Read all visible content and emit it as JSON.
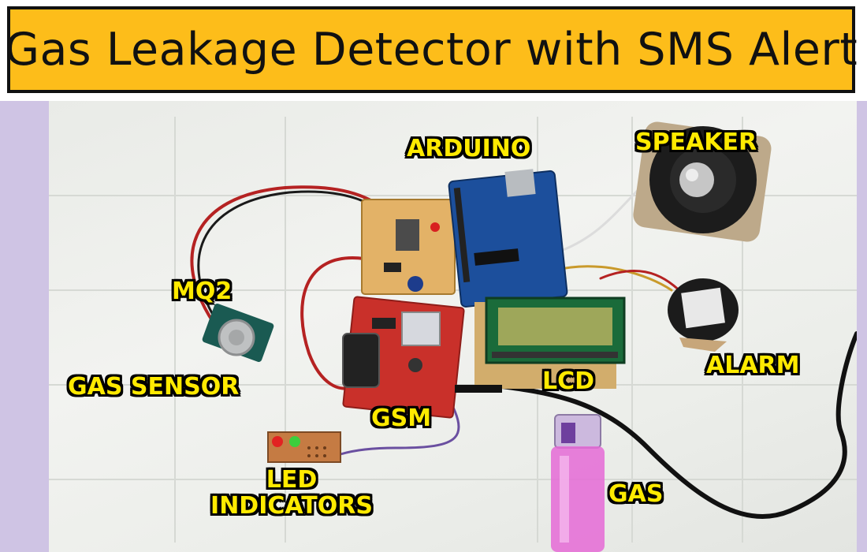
{
  "title": "Gas Leakage Detector with SMS Alert",
  "labels": {
    "arduino": "ARDUINO",
    "speaker": "SPEAKER",
    "mq2": "MQ2",
    "gas_sensor": "GAS SENSOR",
    "alarm": "ALARM",
    "lcd": "LCD",
    "gsm": "GSM",
    "led_line1": "LED",
    "led_line2": "INDICATORS",
    "gas": "GAS"
  },
  "colors": {
    "title_background": "#fdbd1a",
    "label_text": "#ffea00",
    "label_outline": "#000000",
    "side_background": "#cfc5e6"
  }
}
